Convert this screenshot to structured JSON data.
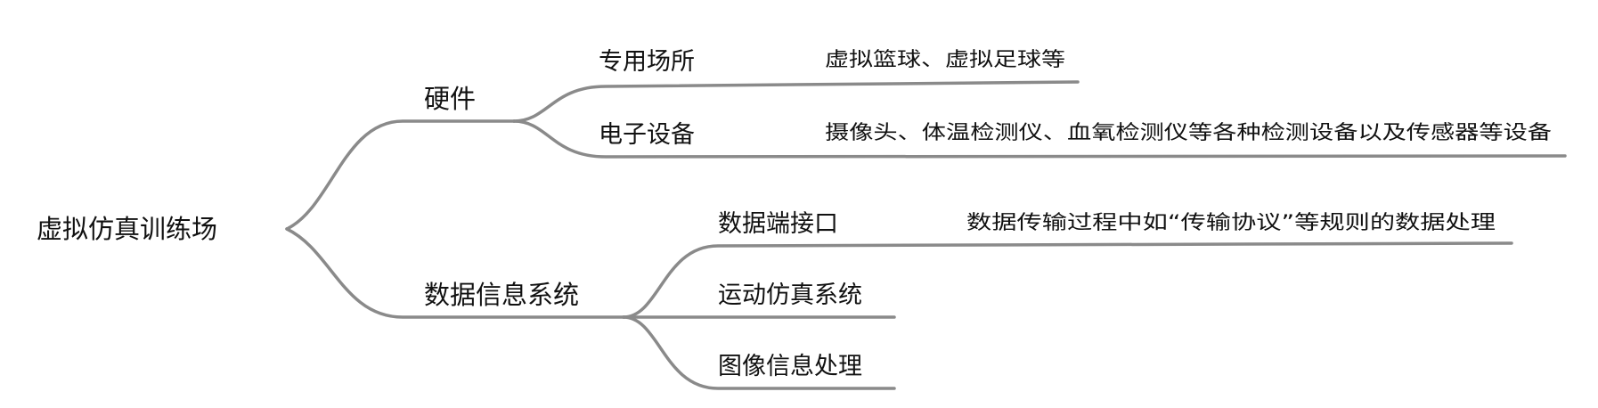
{
  "mindmap": {
    "root": "虚拟仿真训练场",
    "hardware": {
      "label": "硬件",
      "venue": {
        "label": "专用场所",
        "detail": "虚拟篮球、虚拟足球等"
      },
      "devices": {
        "label": "电子设备",
        "detail": "摄像头、体温检测仪、血氧检测仪等各种检测设备以及传感器等设备"
      }
    },
    "data_system": {
      "label": "数据信息系统",
      "interface": {
        "label": "数据端接口",
        "detail": "数据传输过程中如“传输协议”等规则的数据处理"
      },
      "motion": {
        "label": "运动仿真系统"
      },
      "image": {
        "label": "图像信息处理"
      }
    }
  },
  "colors": {
    "branch_line": "#8a8a8a",
    "text": "#111111",
    "background": "#ffffff"
  }
}
